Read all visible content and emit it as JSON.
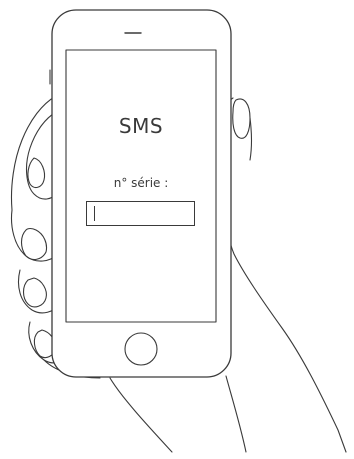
{
  "screen": {
    "title": "SMS",
    "serial_label": "n° série :",
    "serial_value": "",
    "serial_placeholder": ""
  },
  "colors": {
    "line": "#3a3a3a",
    "background": "#ffffff"
  },
  "icons": {
    "phone": "smartphone-icon",
    "hand": "hand-illustration",
    "home_button": "home-button-icon",
    "speaker": "speaker-slot-icon"
  }
}
